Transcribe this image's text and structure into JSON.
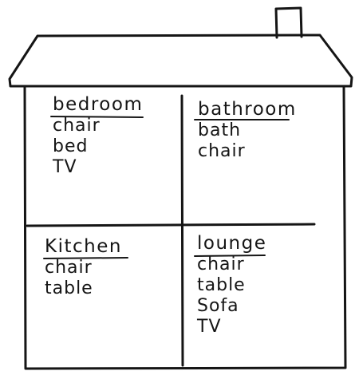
{
  "rooms": [
    {
      "id": "bedroom",
      "title": "bedroom",
      "items": [
        "chair",
        "bed",
        "TV"
      ]
    },
    {
      "id": "bathroom",
      "title": "bathroom",
      "items": [
        "bath",
        "chair"
      ]
    },
    {
      "id": "kitchen",
      "title": "Kitchen",
      "items": [
        "chair",
        "table"
      ]
    },
    {
      "id": "lounge",
      "title": "lounge",
      "items": [
        "chair",
        "table",
        "Sofa",
        "TV"
      ]
    }
  ],
  "style": {
    "ink_color": "#151515",
    "paper_color": "#ffffff"
  }
}
